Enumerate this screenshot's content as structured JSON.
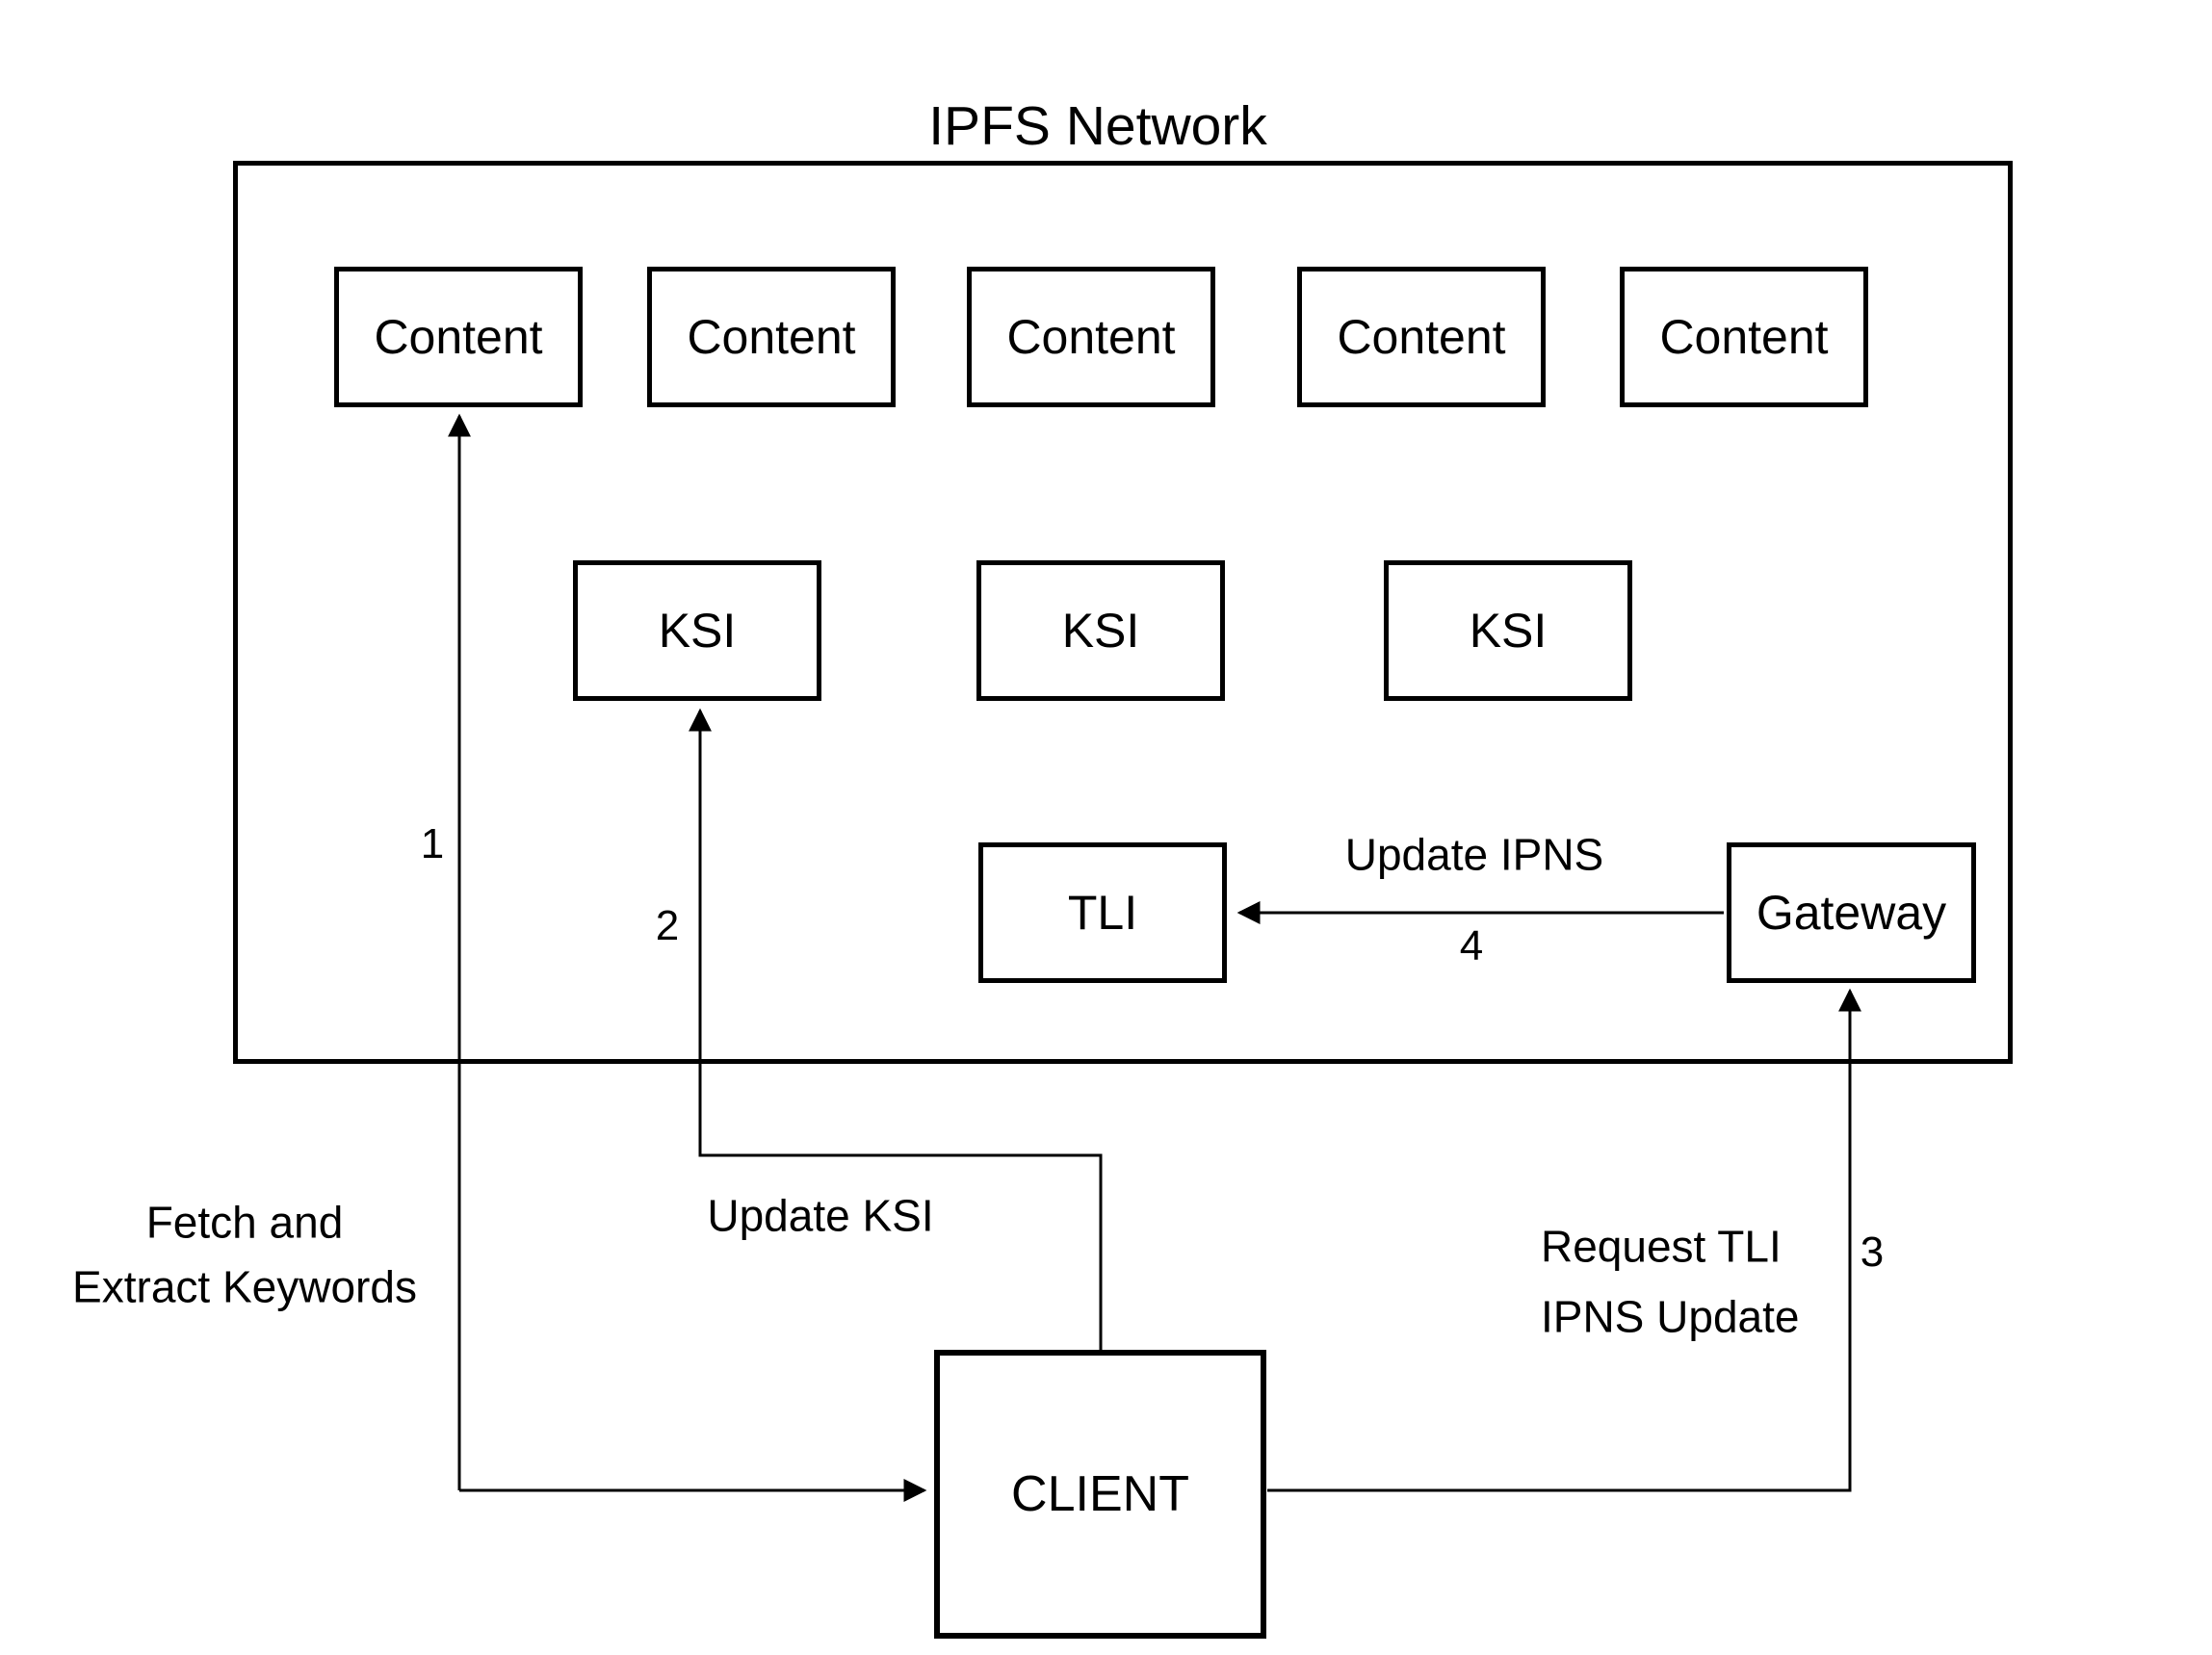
{
  "diagram": {
    "title": "IPFS Network"
  },
  "colors": {
    "line": "#000000",
    "text": "#000000",
    "background": "#ffffff"
  },
  "nodes": {
    "content": [
      "Content",
      "Content",
      "Content",
      "Content",
      "Content"
    ],
    "ksi": [
      "KSI",
      "KSI",
      "KSI"
    ],
    "tli": "TLI",
    "gateway": "Gateway",
    "client": "CLIENT"
  },
  "edges": {
    "fetch_extract": {
      "number": "1",
      "label_lines": [
        "Fetch and",
        "Extract Keywords"
      ]
    },
    "update_ksi": {
      "number": "2",
      "label": "Update KSI"
    },
    "request_tli": {
      "number": "3",
      "label_lines": [
        "Request TLI",
        "IPNS Update"
      ]
    },
    "update_ipns": {
      "number": "4",
      "label": "Update IPNS"
    }
  }
}
